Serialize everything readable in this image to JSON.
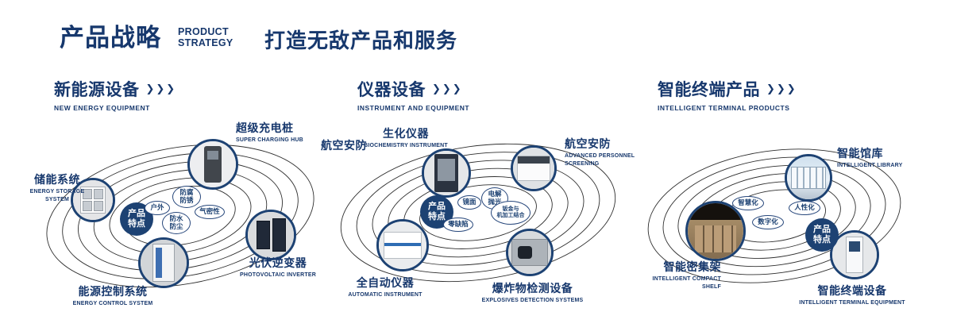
{
  "chevrons": "❯❯❯",
  "colors": {
    "navy": "#17386d",
    "orbit": "#2f2f2f"
  },
  "header": {
    "title": "产品战略",
    "subtitle_line1": "PRODUCT",
    "subtitle_line2": "STRATEGY",
    "slogan": "打造无敌产品和服务"
  },
  "sections": [
    {
      "title": "新能源设备",
      "subtitle": "NEW ENERGY EQUIPMENT",
      "badge_line1": "产品",
      "badge_line2": "特点",
      "tags": [
        {
          "label": "户外"
        },
        {
          "line1": "防腐",
          "line2": "防锈"
        },
        {
          "label": "气密性"
        },
        {
          "line1": "防水",
          "line2": "防尘"
        }
      ],
      "products": [
        {
          "name": "储能系统",
          "en1": "ENERGY STORAGE",
          "en2": "SYSTEM"
        },
        {
          "name": "超级充电桩",
          "en1": "SUPER CHARGING HUB"
        },
        {
          "name": "光伏逆变器",
          "en1": "PHOTOVOLTAIC INVERTER"
        },
        {
          "name": "能源控制系统",
          "en1": "ENERGY CONTROL SYSTEM"
        }
      ]
    },
    {
      "title": "仪器设备",
      "subtitle": "INSTRUMENT AND EQUIPMENT",
      "side_label": "航空安防",
      "badge_line1": "产品",
      "badge_line2": "特点",
      "tags": [
        {
          "label": "镜面"
        },
        {
          "line1": "电解",
          "line2": "抛光"
        },
        {
          "label": "零缺陷"
        },
        {
          "line1": "钣金与",
          "line2": "机加工结合"
        }
      ],
      "products": [
        {
          "name": "生化仪器",
          "en1": "BIOCHEMISTRY INSTRUMENT"
        },
        {
          "name": "航空安防",
          "en1": "ADVANCED PERSONNEL",
          "en2": "SCREENING"
        },
        {
          "name": "全自动仪器",
          "en1": "AUTOMATIC INSTRUMENT"
        },
        {
          "name": "爆炸物检测设备",
          "en1": "EXPLOSIVES DETECTION SYSTEMS"
        }
      ]
    },
    {
      "title": "智能终端产品",
      "subtitle": "INTELLIGENT TERMINAL PRODUCTS",
      "badge_line1": "产品",
      "badge_line2": "特点",
      "tags": [
        {
          "label": "智慧化"
        },
        {
          "label": "人性化"
        },
        {
          "label": "数字化"
        }
      ],
      "products": [
        {
          "name": "智能馆库",
          "en1": "INTELLIGENT LIBRARY"
        },
        {
          "name": "智能密集架",
          "en1": "INTELLIGENT COMPACT",
          "en2": "SHELF"
        },
        {
          "name": "智能终端设备",
          "en1": "INTELLIGENT TERMINAL EQUIPMENT"
        }
      ]
    }
  ]
}
